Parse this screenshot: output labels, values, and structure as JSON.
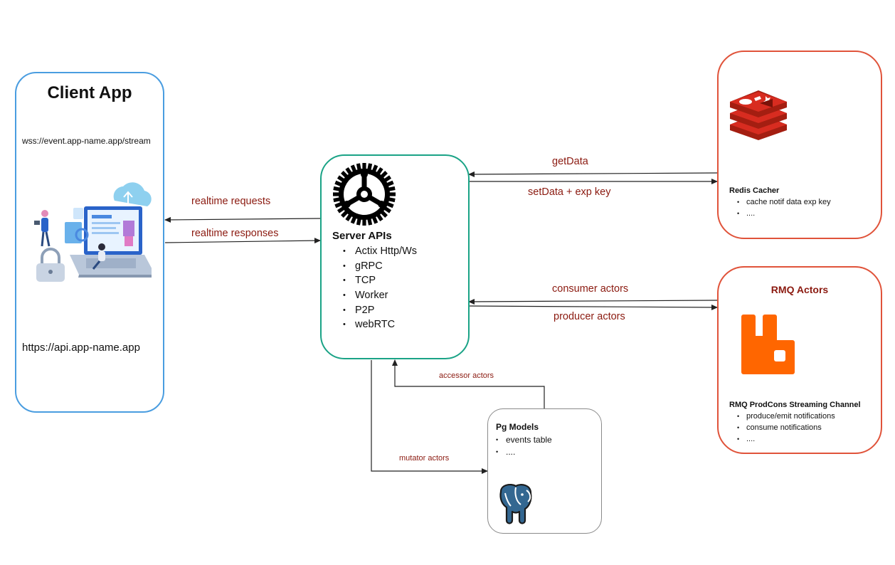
{
  "client": {
    "title": "Client App",
    "ws_url": "wss://event.app-name.app/stream",
    "https_url": "https://api.app-name.app"
  },
  "server": {
    "title": "Server APIs",
    "items": [
      "Actix Http/Ws",
      "gRPC",
      "TCP",
      "Worker",
      "P2P",
      "webRTC"
    ]
  },
  "redis": {
    "title": "Redis Cacher",
    "items": [
      "cache notif data exp key",
      "...."
    ]
  },
  "rmq": {
    "heading": "RMQ Actors",
    "title": "RMQ ProdCons Streaming Channel",
    "items": [
      "produce/emit notifications",
      "consume notifications",
      "...."
    ]
  },
  "pg": {
    "title": "Pg Models",
    "items": [
      "events table",
      "...."
    ]
  },
  "arrows": {
    "realtime_requests": "realtime requests",
    "realtime_responses": "realtime responses",
    "get_data": "getData",
    "set_data": "setData + exp key",
    "consumer_actors": "consumer actors",
    "producer_actors": "producer actors",
    "accessor_actors": "accessor actors",
    "mutator_actors": "mutator actors"
  },
  "colors": {
    "client_border": "#4a9de0",
    "server_border": "#1aa386",
    "actor_border": "#e0533a",
    "label_text": "#8b1a10",
    "redis_red": "#d42a20",
    "rabbitmq_orange": "#ff6600",
    "postgres_blue": "#336791"
  },
  "icons": {
    "client_illustration": "laptop-cloud-illustration",
    "server": "rust-gear-icon",
    "redis": "redis-logo",
    "rmq": "rabbitmq-logo",
    "pg": "postgresql-elephant-logo"
  }
}
